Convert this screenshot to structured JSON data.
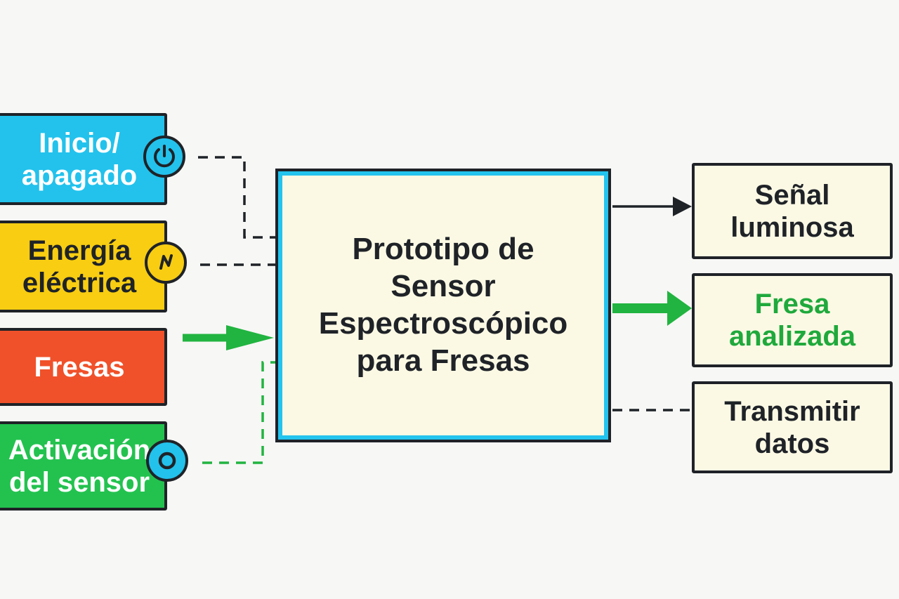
{
  "inputs": [
    {
      "id": "power",
      "lines": [
        "Inicio/",
        "apagado"
      ],
      "color": "#22c2ec",
      "icon": "power-icon"
    },
    {
      "id": "energy",
      "lines": [
        "Energía",
        "eléctrica"
      ],
      "color": "#f8cd12",
      "icon": "lightning-icon"
    },
    {
      "id": "fresas",
      "lines": [
        "Fresas"
      ],
      "color": "#f0512a"
    },
    {
      "id": "activation",
      "lines": [
        "Activación",
        "del sensor"
      ],
      "color": "#23c24f",
      "icon": "sensor-ring-icon"
    }
  ],
  "center": {
    "lines": [
      "Prototipo de",
      "Sensor",
      "Espectroscópico",
      "para Fresas"
    ],
    "border_color": "#23c4ee"
  },
  "outputs": [
    {
      "id": "signal",
      "lines": [
        "Señal",
        "luminosa"
      ],
      "color": "#1f2328"
    },
    {
      "id": "analyzed",
      "lines": [
        "Fresa",
        "analizada"
      ],
      "color": "#1fa93c"
    },
    {
      "id": "transmit",
      "lines": [
        "Transmitir",
        "datos"
      ],
      "color": "#1f2328"
    }
  ],
  "colors": {
    "outline": "#1f2328",
    "flow_green": "#21b440",
    "box_fill": "#fbf9e4"
  }
}
